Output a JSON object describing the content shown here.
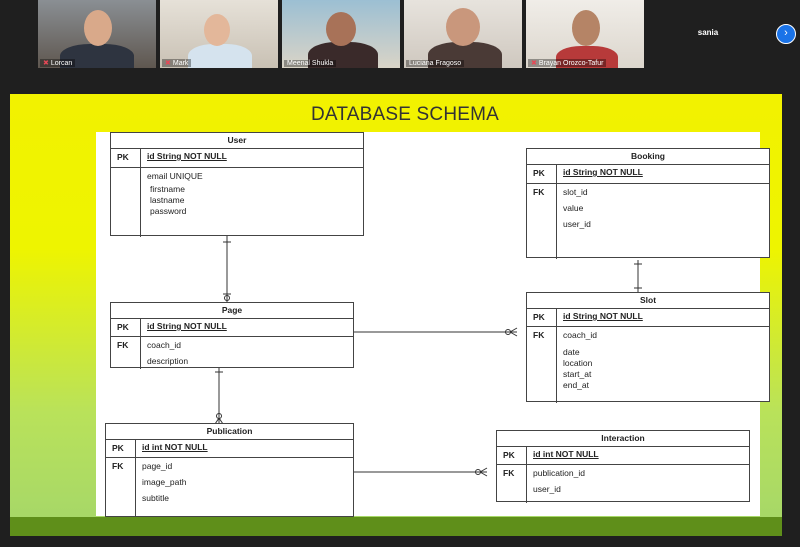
{
  "participants": [
    {
      "name": "Lorcan",
      "muted": true
    },
    {
      "name": "Mark",
      "muted": true
    },
    {
      "name": "Meenal Shukla",
      "muted": false
    },
    {
      "name": "Luciana Fragoso",
      "muted": false
    },
    {
      "name": "Brayan Orozco-Tafur",
      "muted": true
    }
  ],
  "sania": "sania",
  "slide": {
    "title": "DATABASE SCHEMA",
    "entities": {
      "user": {
        "title": "User",
        "pk_label": "PK",
        "pk": "id String NOT NULL",
        "fields": [
          "email  UNIQUE",
          " firstname",
          " lastname",
          " password"
        ]
      },
      "booking": {
        "title": "Booking",
        "pk_label": "PK",
        "pk": "id String NOT NULL",
        "fk_label": "FK",
        "fields": [
          "slot_id",
          "value",
          "user_id"
        ]
      },
      "page": {
        "title": "Page",
        "pk_label": "PK",
        "pk": "id String NOT NULL",
        "fk_label": "FK",
        "fk": "coach_id",
        "fields": [
          "description"
        ]
      },
      "slot": {
        "title": "Slot",
        "pk_label": "PK",
        "pk": "id String NOT NULL",
        "fk_label": "FK",
        "fk": "coach_id",
        "fields": [
          "date",
          "location",
          "start_at",
          "end_at"
        ]
      },
      "publication": {
        "title": "Publication",
        "pk_label": "PK",
        "pk": "id int NOT NULL",
        "fk_label": "FK",
        "fields": [
          "page_id",
          "image_path",
          "subtitle"
        ]
      },
      "interaction": {
        "title": "Interaction",
        "pk_label": "PK",
        "pk": "id int NOT NULL",
        "fk_label": "FK",
        "fields": [
          "publication_id",
          "user_id"
        ]
      }
    }
  }
}
